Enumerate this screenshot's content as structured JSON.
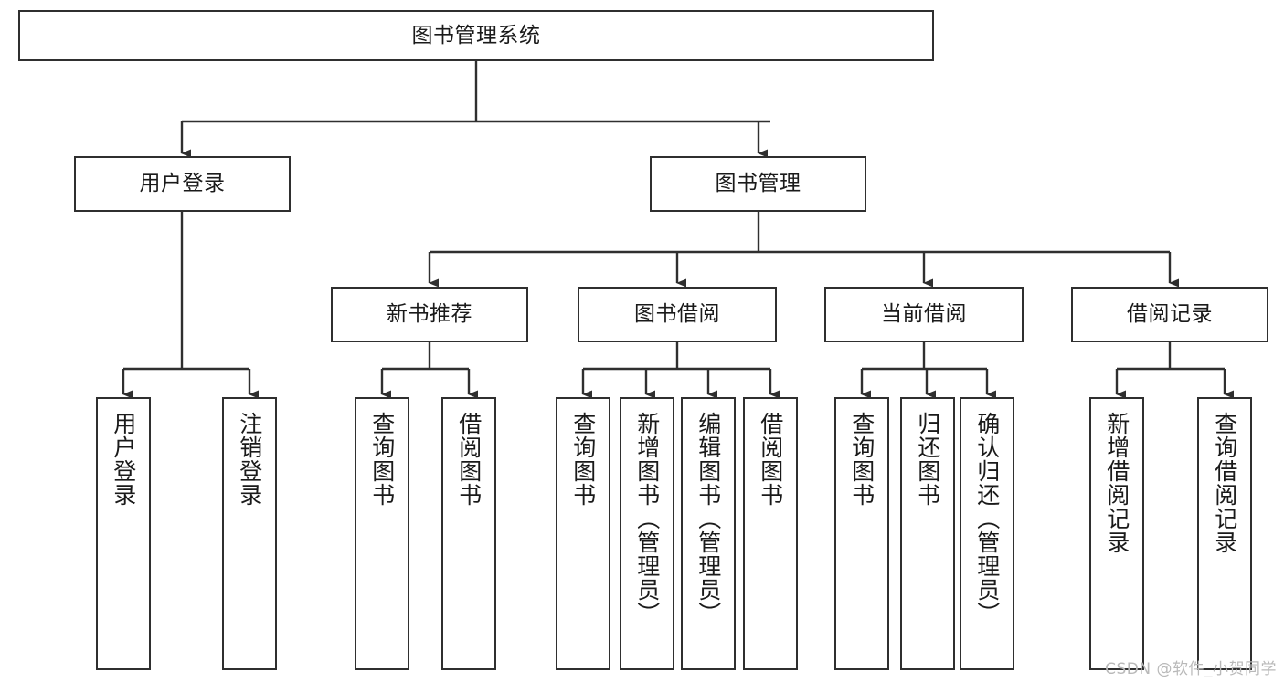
{
  "diagram": {
    "title": "图书管理系统",
    "type": "hierarchy-tree",
    "watermark": "CSDN @软件_小贺同学",
    "colors": {
      "border": "#2f2f2f",
      "background": "#ffffff",
      "text": "#1a1a1a",
      "watermark": "#b9b9b9"
    },
    "nodes": {
      "root": "图书管理系统",
      "level2": {
        "user_login": "用户登录",
        "book_manage": "图书管理"
      },
      "level3": {
        "new_book_recommend": "新书推荐",
        "book_borrow": "图书借阅",
        "current_borrow": "当前借阅",
        "borrow_record": "借阅记录"
      },
      "leaves": {
        "user_login_children": [
          "用户登录",
          "注销登录"
        ],
        "new_book_recommend_children": [
          "查询图书",
          "借阅图书"
        ],
        "book_borrow_children": [
          "查询图书",
          "新增图书（管理员）",
          "编辑图书（管理员）",
          "借阅图书"
        ],
        "current_borrow_children": [
          "查询图书",
          "归还图书",
          "确认归还（管理员）"
        ],
        "borrow_record_children": [
          "新增借阅记录",
          "查询借阅记录"
        ]
      }
    }
  }
}
